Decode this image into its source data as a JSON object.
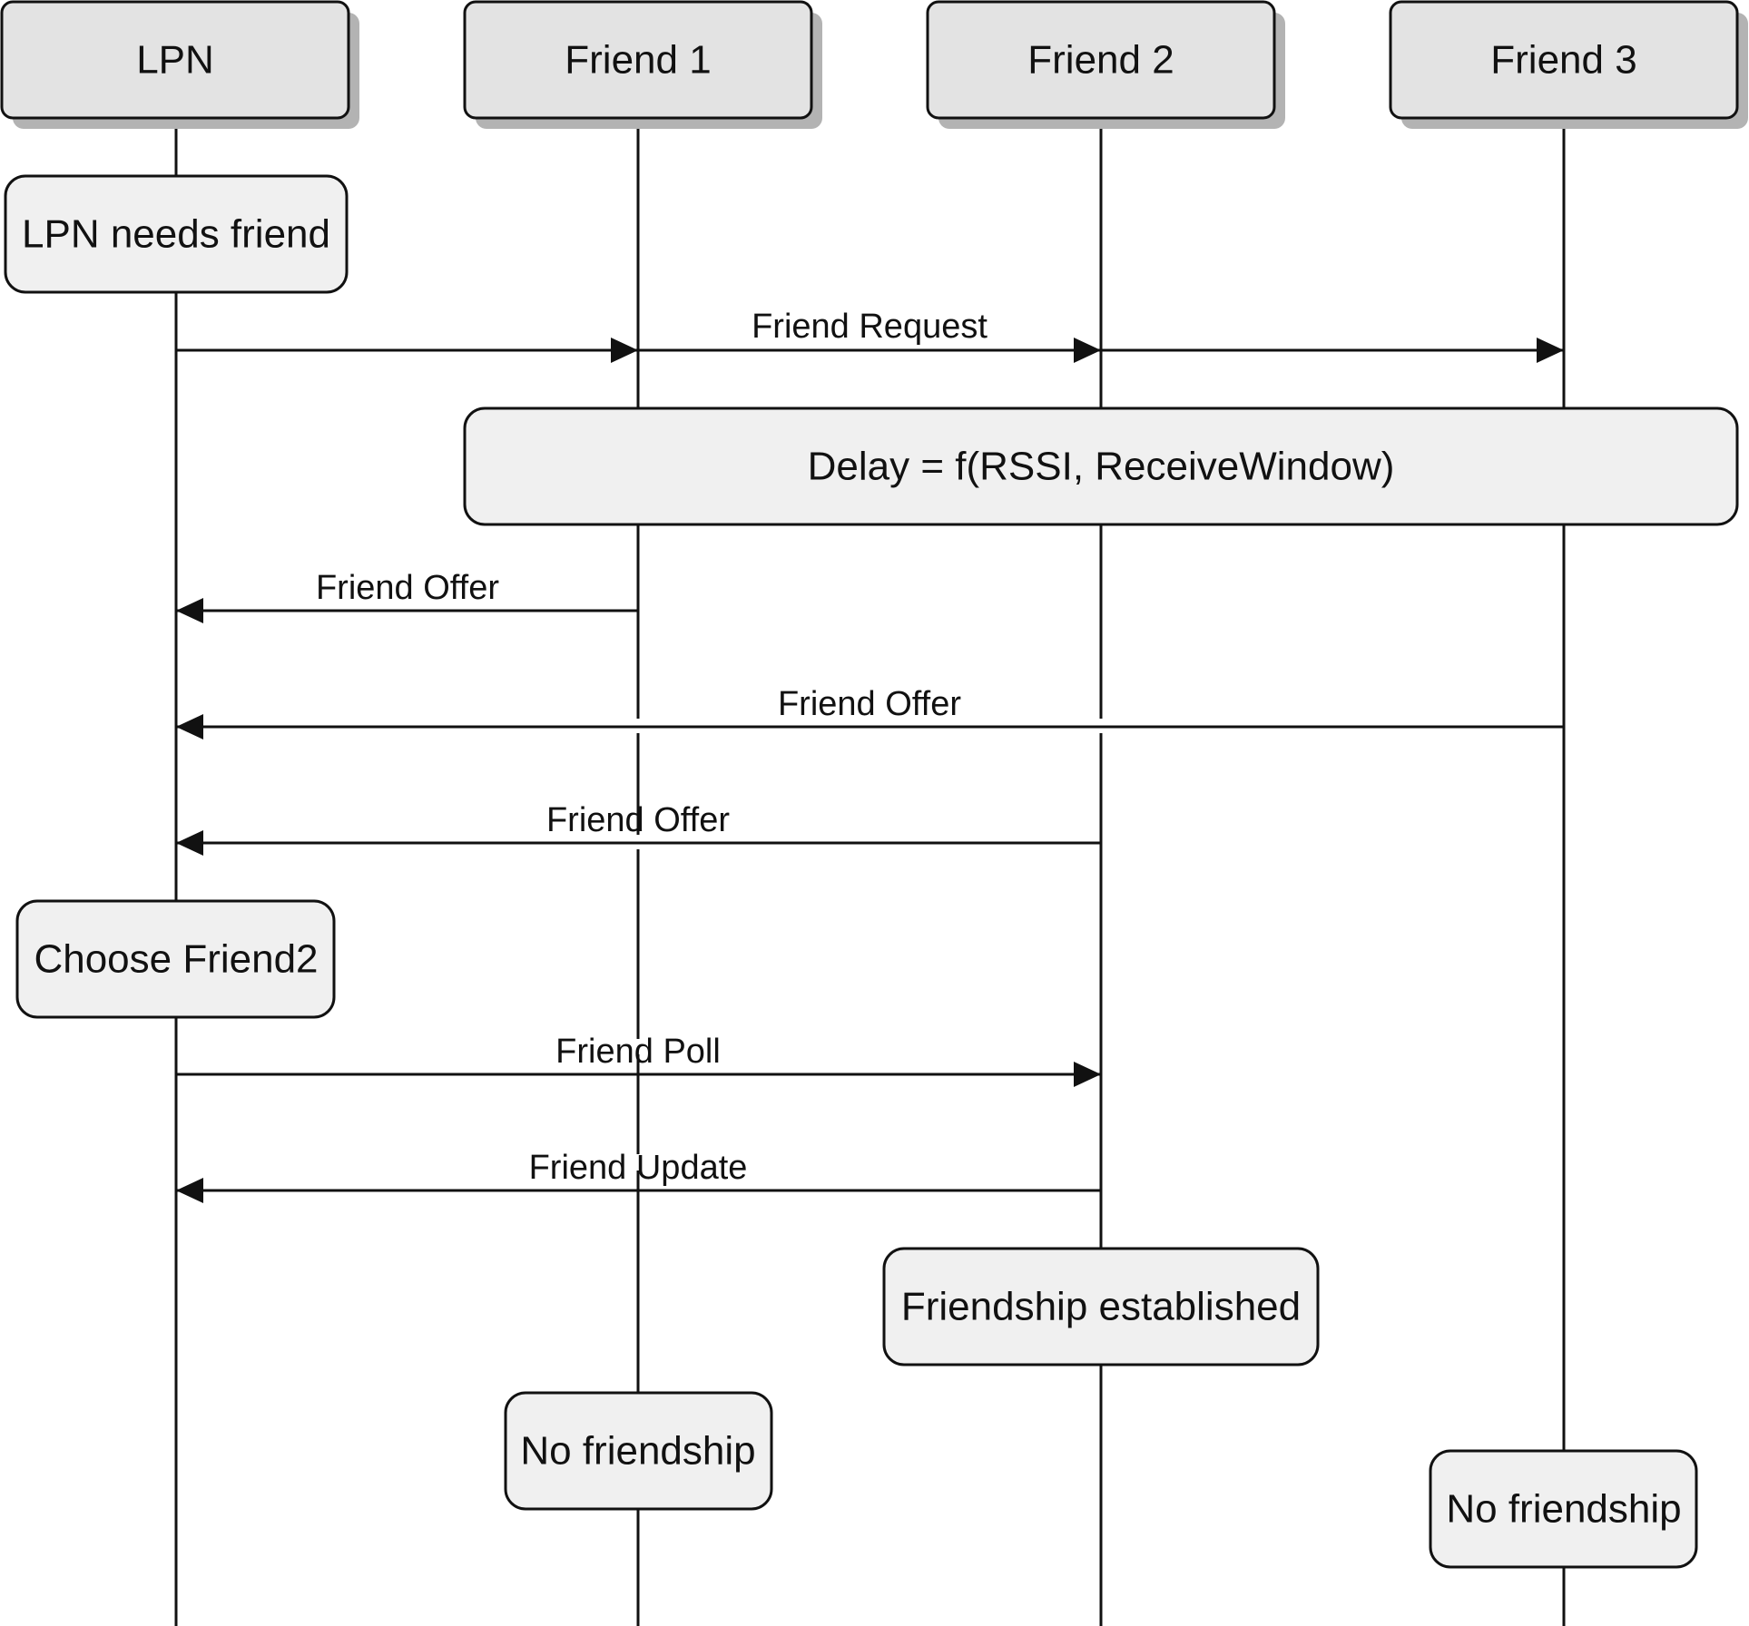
{
  "colors": {
    "participant_fill": "#e3e3e3",
    "note_fill": "#f0f0f0",
    "shadow": "#b3b3b3",
    "line": "#111111"
  },
  "participants": [
    {
      "id": "lpn",
      "label": "LPN"
    },
    {
      "id": "friend1",
      "label": "Friend 1"
    },
    {
      "id": "friend2",
      "label": "Friend 2"
    },
    {
      "id": "friend3",
      "label": "Friend 3"
    }
  ],
  "notes": {
    "lpn_needs_friend": "LPN needs friend",
    "delay": "Delay = f(RSSI, ReceiveWindow)",
    "choose_friend": "Choose Friend2",
    "friendship_established": "Friendship established",
    "no_friendship_1": "No friendship",
    "no_friendship_3": "No friendship"
  },
  "messages": {
    "friend_request": "Friend Request",
    "friend_offer_1": "Friend Offer",
    "friend_offer_3": "Friend Offer",
    "friend_offer_2": "Friend Offer",
    "friend_poll": "Friend Poll",
    "friend_update": "Friend Update"
  }
}
